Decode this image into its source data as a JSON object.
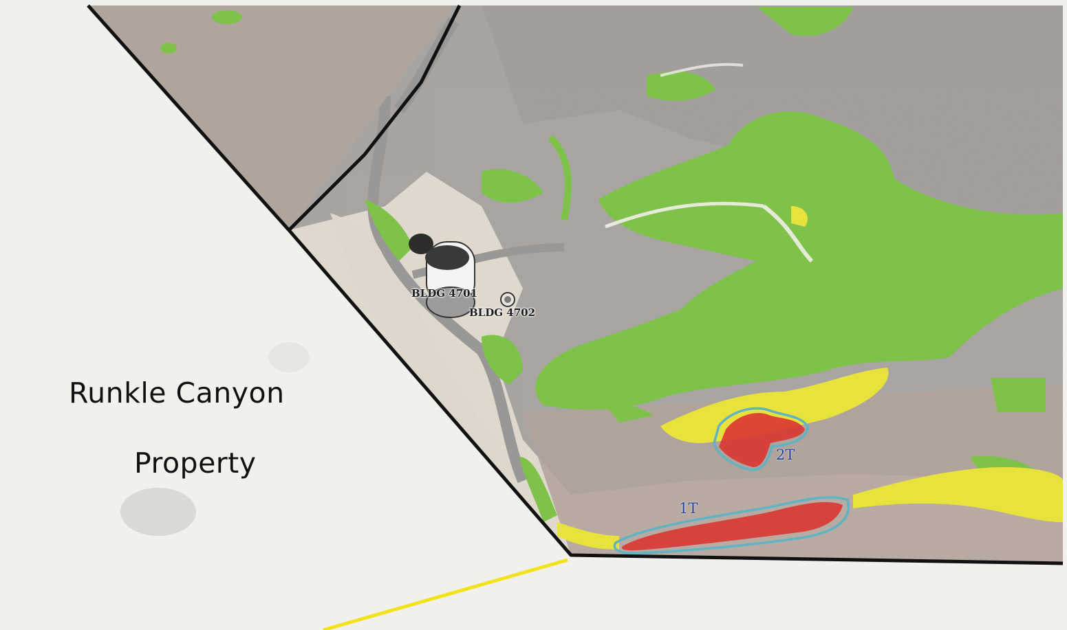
{
  "map": {
    "property_label": {
      "line1": "Runkle Canyon",
      "line2": "Property"
    },
    "buildings": [
      {
        "label": "BLDG 4701"
      },
      {
        "label": "BLDG 4702"
      }
    ],
    "zones": [
      {
        "label": "2T",
        "fill": "#d93a33",
        "outline": "#5fb3c3"
      },
      {
        "label": "1T",
        "fill": "#d93a33",
        "outline": "#5fb3c3"
      }
    ],
    "legend_colors": {
      "vegetation_green": "#7ec24a",
      "vegetation_yellow": "#e8e23c",
      "zone_red": "#d93a33",
      "zone_outline": "#5fb3c3",
      "boundary_black": "#111111",
      "yellow_line": "#f2e21c",
      "developed_gray": "#a9a7a4"
    }
  }
}
